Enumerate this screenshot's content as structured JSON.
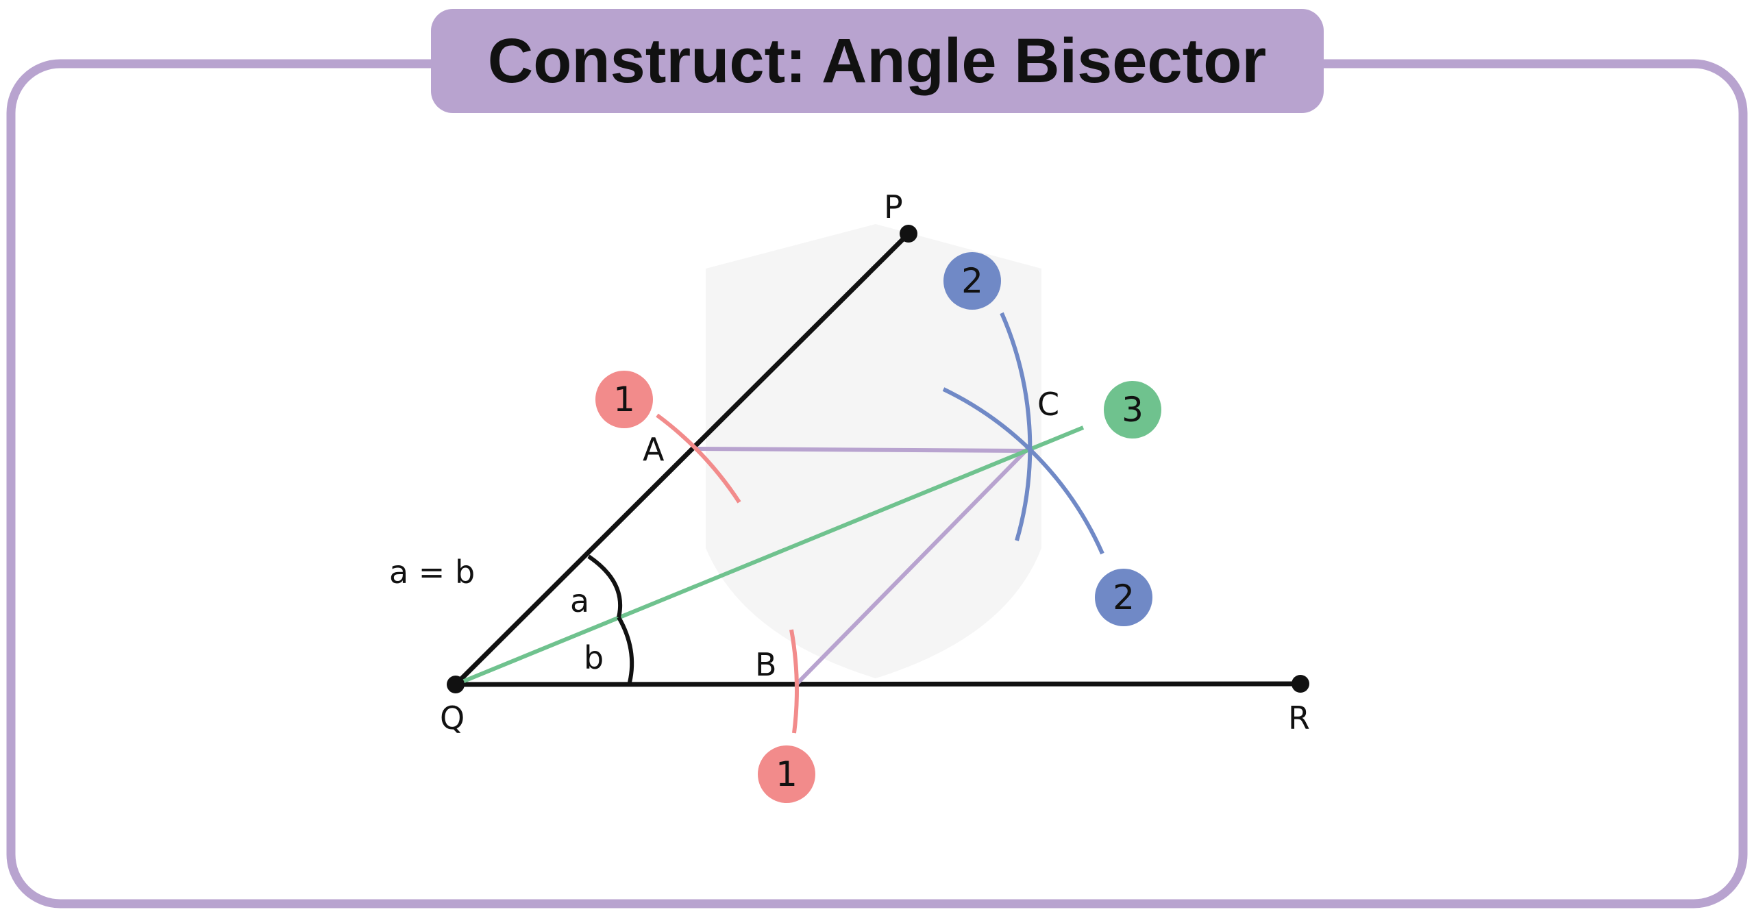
{
  "title": "Construct: Angle Bisector",
  "points": {
    "P": "P",
    "Q": "Q",
    "R": "R",
    "A": "A",
    "B": "B",
    "C": "C"
  },
  "angle_labels": {
    "a": "a",
    "b": "b",
    "equation": "a = b"
  },
  "steps": [
    {
      "label": "1",
      "color": "#f28b8b"
    },
    {
      "label": "1",
      "color": "#f28b8b"
    },
    {
      "label": "2",
      "color": "#7089c6"
    },
    {
      "label": "2",
      "color": "#7089c6"
    },
    {
      "label": "3",
      "color": "#6fc28e"
    }
  ],
  "colors": {
    "frame": "#b8a3cf",
    "arc1": "#f28b8b",
    "arc2": "#7089c6",
    "bisector": "#6fc28e",
    "construction": "#b8a3cf"
  }
}
